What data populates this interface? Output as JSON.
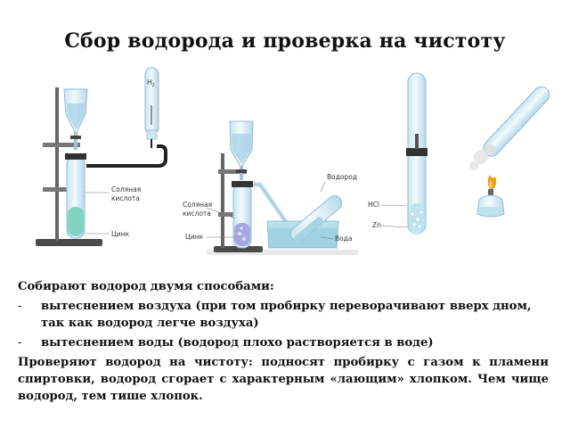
{
  "title": "Сбор водорода и проверка на чистоту",
  "labels": {
    "h2": "H",
    "h2_sub": "2",
    "acid_1": "Соляная",
    "acid_2": "кислота",
    "zinc": "Цинк",
    "hydrogen": "Водород",
    "water": "Вода",
    "hcl": "HCl",
    "zn": "Zn"
  },
  "text": {
    "intro": "Собирают водород двумя способами:",
    "methods": [
      "вытеснением воздуха (при том пробирку переворачивают вверх дном, так как водород легче воздуха)",
      "вытеснением воды (водород плохо растворяется в воде)"
    ],
    "check": "Проверяют водород на чистоту: подносят пробирку с газом к пламени спиртовки, водород сгорает с характерным «лающим» хлопком. Чем чище водород, тем тише хлопок."
  },
  "colors": {
    "glass": "#dbeef7",
    "glass_edge": "#8fbcd4",
    "liquid": "#bfe3ef",
    "zinc_liquid": "#7fd4c4",
    "stand": "#555555",
    "flame": "#f39c12"
  }
}
